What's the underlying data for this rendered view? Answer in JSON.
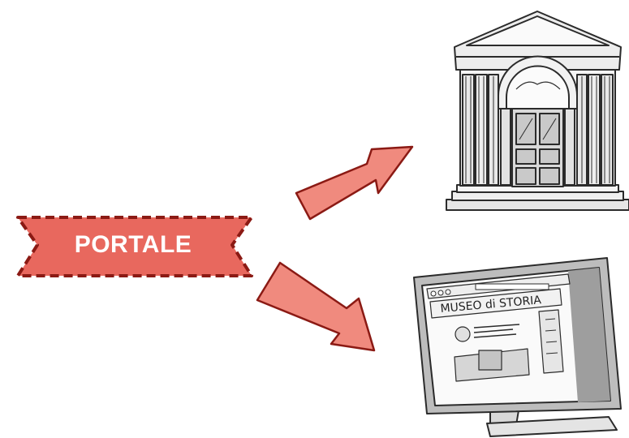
{
  "banner": {
    "label": "PORTALE",
    "fill_color": "#e8685e",
    "border_color": "#8b1a14"
  },
  "arrows": [
    {
      "name": "arrow-to-museum-building",
      "target": "museum-building",
      "fill_color": "#f08a7e"
    },
    {
      "name": "arrow-to-museum-website",
      "target": "museum-website",
      "fill_color": "#f08a7e"
    }
  ],
  "museum_building": {
    "icon": "museum-building-icon"
  },
  "museum_website": {
    "icon": "computer-monitor-icon",
    "screen_title": "MUSEO di STORIA"
  }
}
